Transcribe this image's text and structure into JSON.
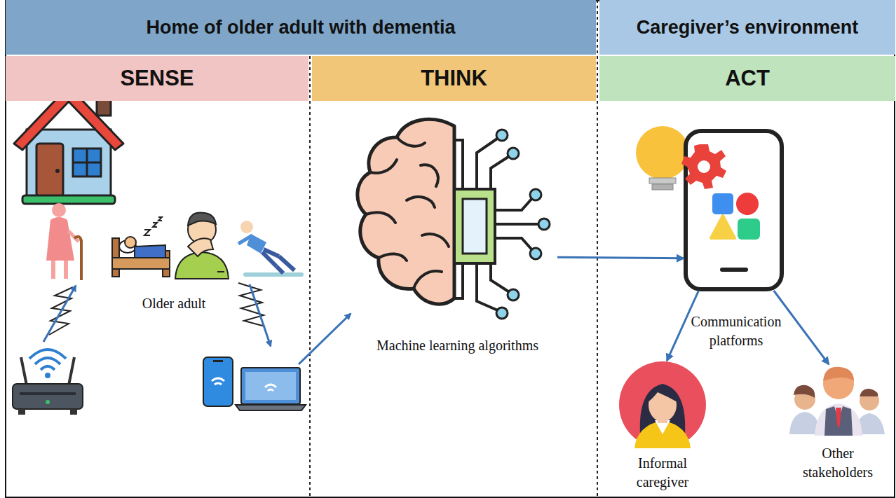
{
  "diagram": {
    "nodes": [
      {
        "text": [
          "Home of older adult with dementia"
        ]
      },
      {
        "text": [
          "Caregiver’s environment"
        ]
      },
      {
        "text": [
          "SENSE"
        ]
      },
      {
        "text": [
          "THINK"
        ]
      },
      {
        "text": [
          "ACT"
        ]
      },
      {
        "text": [
          "Machine learning algorithms"
        ]
      },
      {
        "text": [
          "Communication platforms"
        ]
      },
      {
        "text": [
          "Informal caregiver"
        ]
      },
      {
        "text": [
          "Other stakeholders"
        ]
      }
    ],
    "edges": [
      {
        "from": 5,
        "to": 6,
        "arrow": "to"
      },
      {
        "from": 6,
        "to": 7,
        "arrow": "to"
      },
      {
        "from": 6,
        "to": 8,
        "arrow": "to"
      }
    ],
    "labels": [
      "Older adult"
    ]
  }
}
